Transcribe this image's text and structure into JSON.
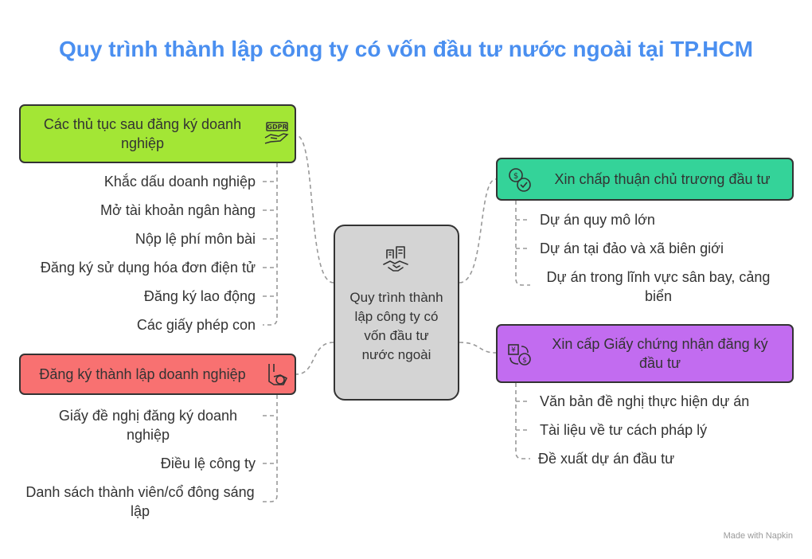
{
  "title": "Quy trình thành lập công ty có vốn đầu tư nước ngoài tại TP.HCM",
  "center": {
    "label": "Quy trình thành lập công ty có vốn đầu tư nước ngoài",
    "icon": "handshake-building-icon"
  },
  "branches": {
    "post_registration": {
      "label": "Các thủ tục sau đăng ký doanh nghiệp",
      "icon": "gdpr-hand-icon",
      "color": "#a3e635",
      "items": [
        "Khắc dấu doanh nghiệp",
        "Mở tài khoản ngân hàng",
        "Nộp lệ phí môn bài",
        "Đăng ký sử dụng hóa đơn điện tử",
        "Đăng ký lao động",
        "Các giấy phép con"
      ]
    },
    "business_registration": {
      "label": "Đăng ký thành lập doanh nghiệp",
      "icon": "document-hand-icon",
      "color": "#f87171",
      "items": [
        "Giấy đề nghị đăng ký doanh nghiệp",
        "Điều lệ công ty",
        "Danh sách thành viên/cổ đông sáng lập"
      ]
    },
    "investment_approval": {
      "label": "Xin chấp thuận chủ trương đầu tư",
      "icon": "money-check-icon",
      "color": "#34d399",
      "items": [
        "Dự án quy mô lớn",
        "Dự án tại đảo và xã biên giới",
        "Dự án trong lĩnh vực sân bay, cảng biển"
      ]
    },
    "investment_certificate": {
      "label": "Xin cấp Giấy chứng nhận đăng ký đầu tư",
      "icon": "money-exchange-icon",
      "color": "#c26cf0",
      "items": [
        "Văn bản đề nghị thực hiện dự án",
        "Tài liệu về tư cách pháp lý",
        "Đề xuất dự án đầu tư"
      ]
    }
  },
  "watermark": "Made with Napkin"
}
